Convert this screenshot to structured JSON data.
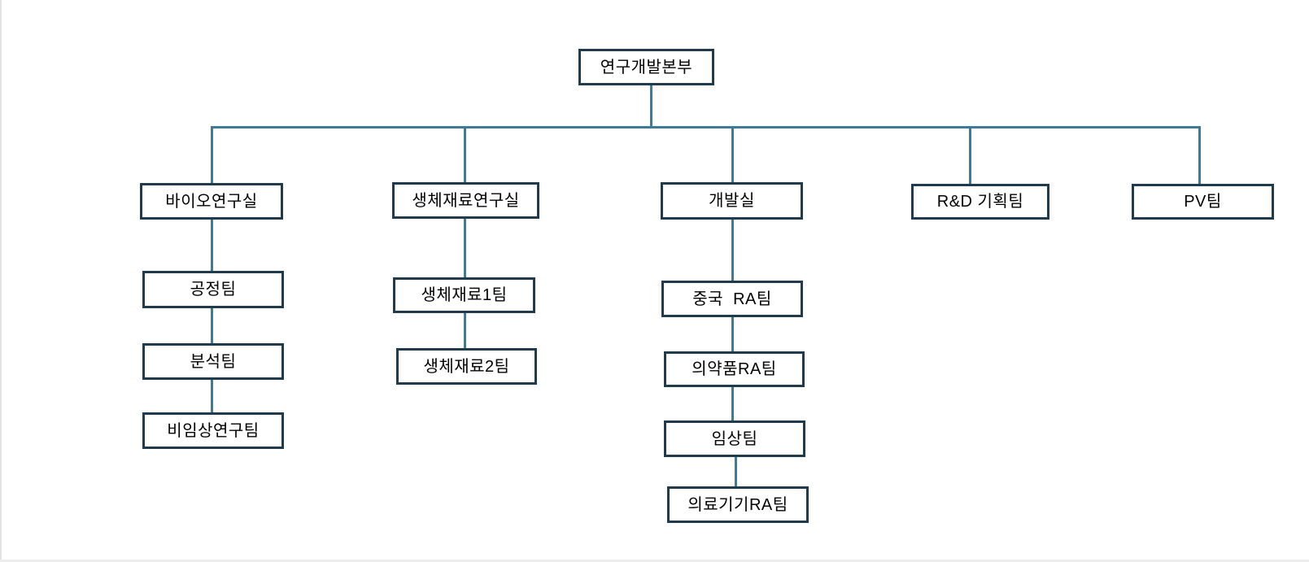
{
  "org": {
    "root": {
      "label": "연구개발본부"
    },
    "branches": [
      {
        "label": "바이오연구실",
        "children": [
          "공정팀",
          "분석팀",
          "비임상연구팀"
        ]
      },
      {
        "label": "생체재료연구실",
        "children": [
          "생체재료1팀",
          "생체재료2팀"
        ]
      },
      {
        "label": "개발실",
        "children": [
          "중국  RA팀",
          "의약품RA팀",
          "임상팀",
          "의료기기RA팀"
        ]
      },
      {
        "label": "R&D 기획팀",
        "children": []
      },
      {
        "label": "PV팀",
        "children": []
      }
    ],
    "colors": {
      "box_border": "#1f3b4d",
      "connector": "#3e7b99",
      "text": "#000000",
      "background": "#ffffff"
    }
  }
}
